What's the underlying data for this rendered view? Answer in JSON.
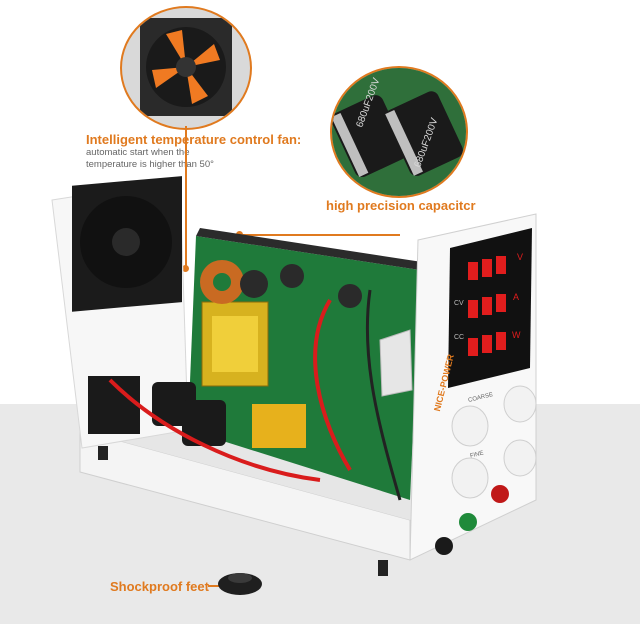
{
  "annotations": {
    "fan_title": "Intelligent temperature control fan:",
    "fan_desc_line1": "automatic start when the",
    "fan_desc_line2": "temperature is higher than 50°",
    "capacitor_title": "high precision capacitcr",
    "feet_title": "Shockproof feet"
  },
  "device": {
    "brand": "NICE-POWER",
    "capacitor_marking": "680uF200V",
    "front_labels": {
      "v": "V",
      "a": "A",
      "w": "W",
      "cv": "CV",
      "cc": "CC"
    },
    "knob_labels": {
      "coarse": "COARSE",
      "fine": "FINE"
    }
  },
  "colors": {
    "accent": "#e07a1f",
    "display_red": "#e11d1d",
    "pcb_green": "#1f7a3a"
  }
}
